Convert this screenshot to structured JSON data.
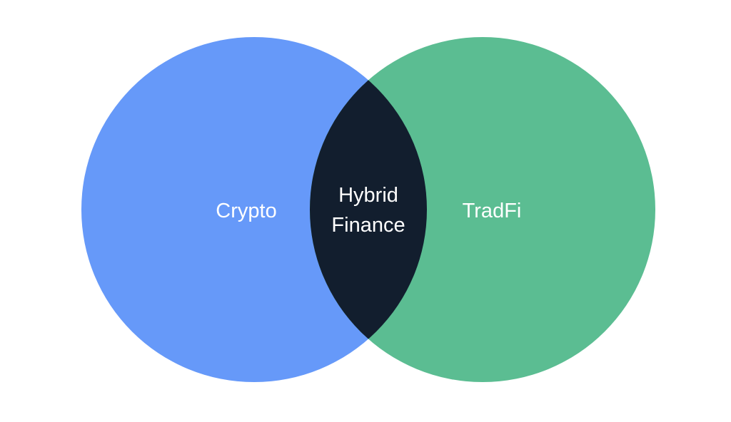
{
  "diagram": {
    "type": "venn",
    "sets": [
      {
        "label": "Crypto",
        "color": "#6699f9"
      },
      {
        "label": "TradFi",
        "color": "#5bbd92"
      }
    ],
    "intersection": {
      "line1": "Hybrid",
      "line2": "Finance",
      "color": "#121e2e"
    }
  }
}
